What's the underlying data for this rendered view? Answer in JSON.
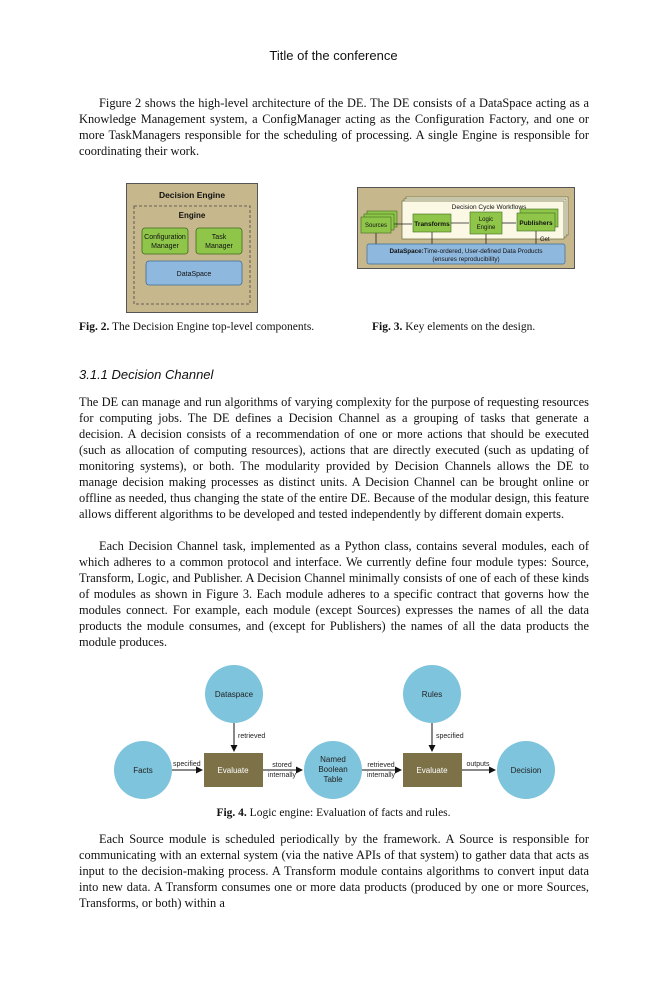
{
  "header": {
    "title": "Title of the conference"
  },
  "paragraphs": {
    "p1": "Figure 2 shows the high-level architecture of the DE. The DE consists of a DataSpace acting as a Knowledge Management system, a ConfigManager acting as the Configuration Factory, and one or more TaskManagers responsible for the scheduling of processing. A single Engine is responsible for coordinating their work.",
    "p2": "The DE can manage and run algorithms of varying complexity for the purpose of requesting resources for computing jobs. The DE defines a Decision Channel as a grouping of tasks that generate a decision. A decision consists of a recommendation of one or more actions that should be executed (such as allocation of computing resources), actions that are directly executed (such as updating of monitoring systems), or both. The modularity provided by Decision Channels allows the DE to manage decision making processes as distinct units. A Decision Channel can be brought online or offline as needed, thus changing the state of the entire DE. Because of the modular design, this feature allows different algorithms to be developed and tested independently by different domain experts.",
    "p3": "Each Decision Channel task, implemented as a Python class, contains several modules, each of which adheres to a common protocol and interface. We currently define four module types: Source, Transform, Logic, and Publisher. A Decision Channel minimally consists of one of each of these kinds of modules as shown in Figure 3. Each module adheres to a specific contract that governs how the modules connect. For example, each module (except Sources) expresses the names of all the data products the module consumes, and (except for Publishers) the names of all the data products the module produces.",
    "p4": "Each Source module is scheduled periodically by the framework. A Source is responsible for communicating with an external system (via the native APIs of that system) to gather data that acts as input to the decision-making process. A Transform module contains algorithms to convert input data into new data. A Transform consumes one or more data products (produced by one or more Sources, Transforms, or both) within a"
  },
  "section": {
    "heading": "3.1.1 Decision Channel"
  },
  "fig2": {
    "outer": "Decision Engine",
    "inner": "Engine",
    "config_line1": "Configuration",
    "config_line2": "Manager",
    "task_line1": "Task",
    "task_line2": "Manager",
    "dataspace": "DataSpace",
    "caption_label": "Fig. 2.",
    "caption_text": "The Decision Engine top-level components."
  },
  "fig3": {
    "workflows": "Decision Cycle Workflows",
    "sources": "Sources",
    "transforms": "Transforms",
    "logic_line1": "Logic",
    "logic_line2": "Engine",
    "publishers": "Publishers",
    "get": "Get",
    "dataspace_bold": "DataSpace:",
    "dataspace_rest": "Time-ordered, User-defined Data Products",
    "dataspace_line2": "(ensures reproducibility)",
    "caption_label": "Fig. 3.",
    "caption_text": "Key elements on the design."
  },
  "fig4": {
    "dataspace": "Dataspace",
    "rules": "Rules",
    "facts": "Facts",
    "evaluate1": "Evaluate",
    "named_line1": "Named",
    "named_line2": "Boolean",
    "named_line3": "Table",
    "evaluate2": "Evaluate",
    "decision": "Decision",
    "retrieved_top": "retrieved",
    "specified_top": "specified",
    "specified_left": "specified",
    "stored_line1": "stored",
    "stored_line2": "internally",
    "retrieved_line1": "retrieved",
    "retrieved_line2": "internally",
    "outputs": "outputs",
    "caption_label": "Fig. 4.",
    "caption_text": "Logic engine: Evaluation of facts and rules."
  },
  "colors": {
    "fig2_bg": "#c6b88c",
    "green_box": "#8fc64a",
    "blue_box": "#8fb8de",
    "olive_box": "#7d7148",
    "circle": "#7ec4dc"
  }
}
